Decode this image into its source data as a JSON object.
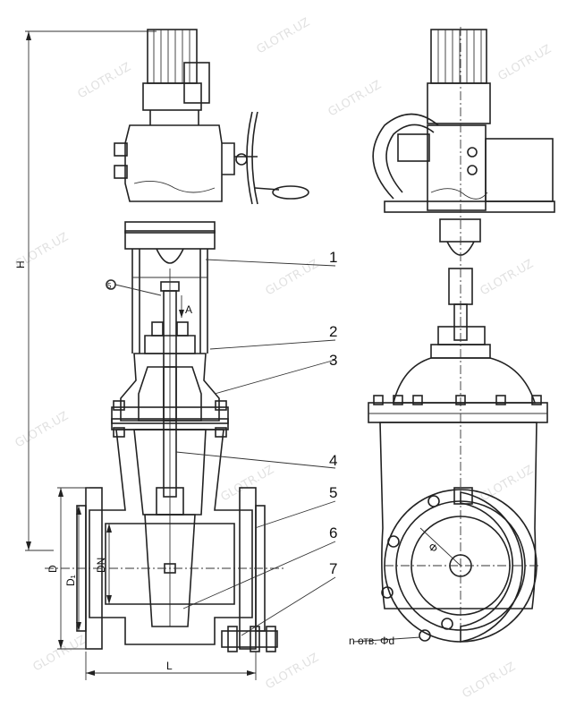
{
  "diagram": {
    "callouts": [
      "1",
      "2",
      "3",
      "4",
      "5",
      "6",
      "7"
    ],
    "dimensions": {
      "height": "H",
      "length": "L",
      "outer_diameter": "D",
      "bolt_circle": "D₁",
      "nominal": "DN",
      "holes": "n отв. Φd",
      "gate_diameter": "Φ"
    },
    "view_marker": "A",
    "section_marker": "5",
    "watermark": "GLOTR.UZ"
  }
}
